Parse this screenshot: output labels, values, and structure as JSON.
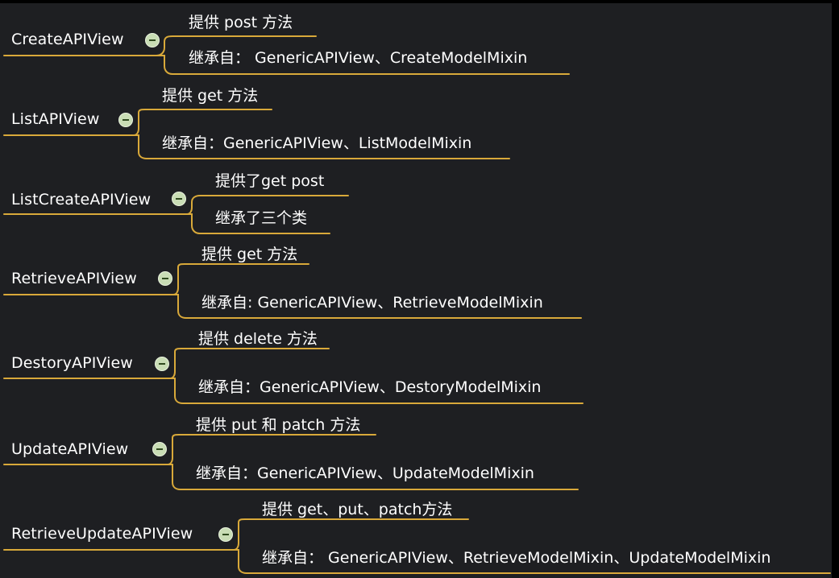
{
  "colors": {
    "background": "#1e1f22",
    "edge": "#d9a93a",
    "text": "#ffffff",
    "collapse_button": "#c9ddb5"
  },
  "nodes": [
    {
      "label": "CreateAPIView",
      "collapse_icon": "minus-circle-icon",
      "children": [
        "提供 post 方法",
        "继承自： GenericAPIView、CreateModelMixin"
      ]
    },
    {
      "label": "ListAPIView",
      "collapse_icon": "minus-circle-icon",
      "children": [
        "提供 get 方法",
        "继承自：GenericAPIView、ListModelMixin"
      ]
    },
    {
      "label": "ListCreateAPIView",
      "collapse_icon": "minus-circle-icon",
      "children": [
        "提供了get post",
        "继承了三个类"
      ]
    },
    {
      "label": "RetrieveAPIView",
      "collapse_icon": "minus-circle-icon",
      "children": [
        "提供 get 方法",
        "继承自: GenericAPIView、RetrieveModelMixin"
      ]
    },
    {
      "label": "DestoryAPIView",
      "collapse_icon": "minus-circle-icon",
      "children": [
        "提供 delete 方法",
        "继承自：GenericAPIView、DestoryModelMixin"
      ]
    },
    {
      "label": "UpdateAPIView",
      "collapse_icon": "minus-circle-icon",
      "children": [
        "提供 put 和 patch 方法",
        "继承自：GenericAPIView、UpdateModelMixin"
      ]
    },
    {
      "label": "RetrieveUpdateAPIView",
      "collapse_icon": "minus-circle-icon",
      "children": [
        "提供 get、put、patch方法",
        "继承自： GenericAPIView、RetrieveModelMixin、UpdateModelMixin"
      ]
    }
  ]
}
